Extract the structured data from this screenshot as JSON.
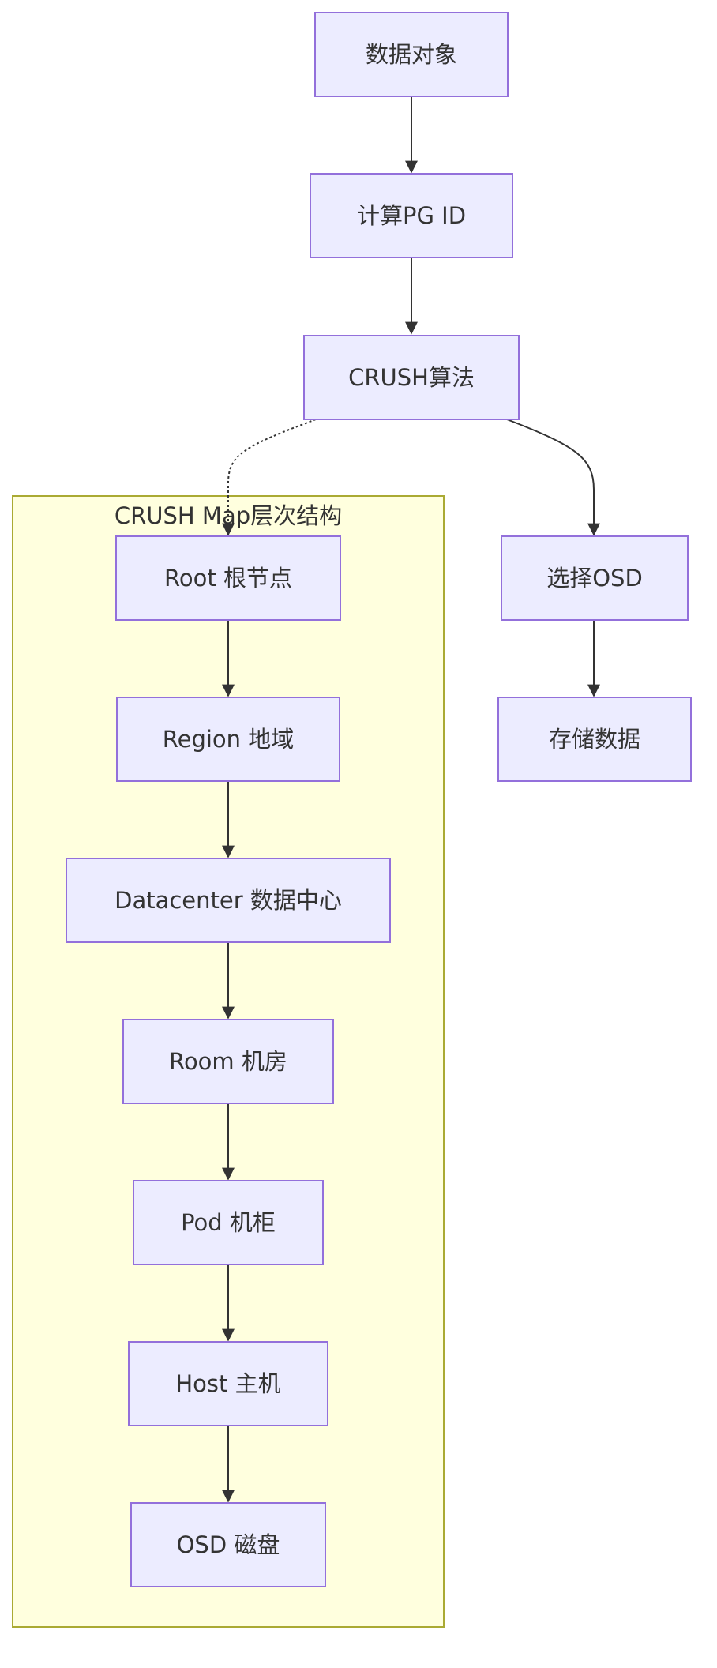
{
  "cluster": {
    "title": "CRUSH Map层次结构",
    "fill": "#ffffde",
    "stroke": "#aaaa33"
  },
  "nodes": {
    "data_object": {
      "label": "数据对象",
      "fill": "#FF6B6B"
    },
    "compute_pg": {
      "label": "计算PG ID",
      "fill": "#ECECFF"
    },
    "crush_algo": {
      "label": "CRUSH算法",
      "fill": "#4ECDC4"
    },
    "select_osd": {
      "label": "选择OSD",
      "fill": "#ECECFF"
    },
    "store_data": {
      "label": "存储数据",
      "fill": "#ECECFF"
    },
    "root": {
      "label": "Root 根节点",
      "fill": "#45B7D1"
    },
    "region": {
      "label": "Region 地域",
      "fill": "#ECECFF"
    },
    "datacenter": {
      "label": "Datacenter 数据中心",
      "fill": "#ECECFF"
    },
    "room": {
      "label": "Room 机房",
      "fill": "#ECECFF"
    },
    "pod": {
      "label": "Pod 机柜",
      "fill": "#ECECFF"
    },
    "host": {
      "label": "Host 主机",
      "fill": "#ECECFF"
    },
    "osd_disk": {
      "label": "OSD 磁盘",
      "fill": "#ECECFF"
    }
  },
  "edges": [
    {
      "from": "data_object",
      "to": "compute_pg",
      "style": "solid"
    },
    {
      "from": "compute_pg",
      "to": "crush_algo",
      "style": "solid"
    },
    {
      "from": "crush_algo",
      "to": "root",
      "style": "dashed"
    },
    {
      "from": "crush_algo",
      "to": "select_osd",
      "style": "solid"
    },
    {
      "from": "select_osd",
      "to": "store_data",
      "style": "solid"
    },
    {
      "from": "root",
      "to": "region",
      "style": "solid"
    },
    {
      "from": "region",
      "to": "datacenter",
      "style": "solid"
    },
    {
      "from": "datacenter",
      "to": "room",
      "style": "solid"
    },
    {
      "from": "room",
      "to": "pod",
      "style": "solid"
    },
    {
      "from": "pod",
      "to": "host",
      "style": "solid"
    },
    {
      "from": "host",
      "to": "osd_disk",
      "style": "solid"
    }
  ]
}
